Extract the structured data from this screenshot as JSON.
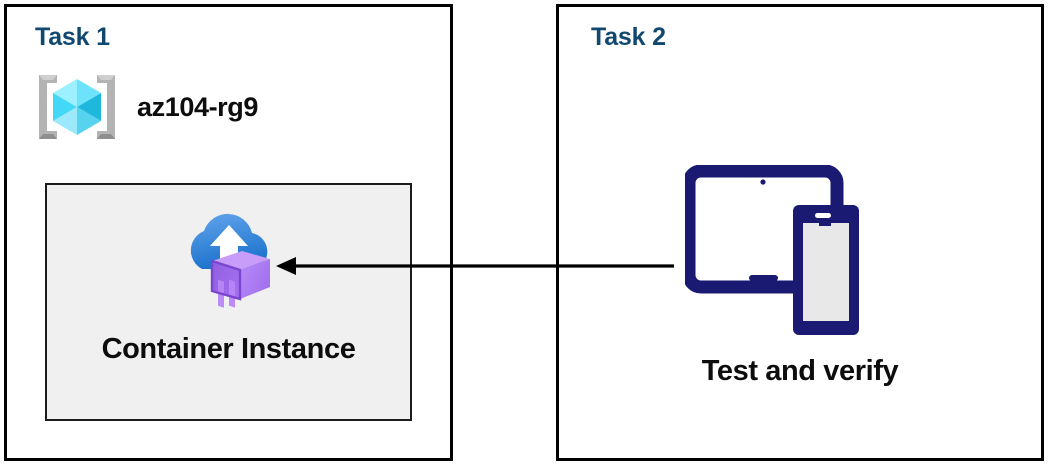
{
  "diagram": {
    "background_color": "#ffffff",
    "panel_border_color": "#000000"
  },
  "panels": [
    {
      "id": "task1",
      "title": "Task 1",
      "title_color": "#11486f",
      "resource_group": {
        "icon": "azure-resource-group-icon",
        "label": "az104-rg9",
        "icon_bracket_color": "#a3a3a3",
        "icon_cube_color": "#50e6ff"
      },
      "card": {
        "icon": "azure-container-instances-icon",
        "caption": "Container Instance",
        "background_color": "#f0f0f0",
        "border_color": "#1b1b1b",
        "cloud_color": "#3d8ce0",
        "container_color": "#a67af4"
      }
    },
    {
      "id": "task2",
      "title": "Task 2",
      "title_color": "#11486f",
      "device": {
        "icon": "tablet-and-phone-icon",
        "caption": "Test and verify",
        "icon_color": "#1a1a72",
        "screen_color": "#e8e8e8"
      }
    }
  ],
  "connector": {
    "name": "arrow-task2-to-task1",
    "direction": "left",
    "color": "#000000",
    "from": "Test and verify",
    "to": "Container Instance"
  }
}
